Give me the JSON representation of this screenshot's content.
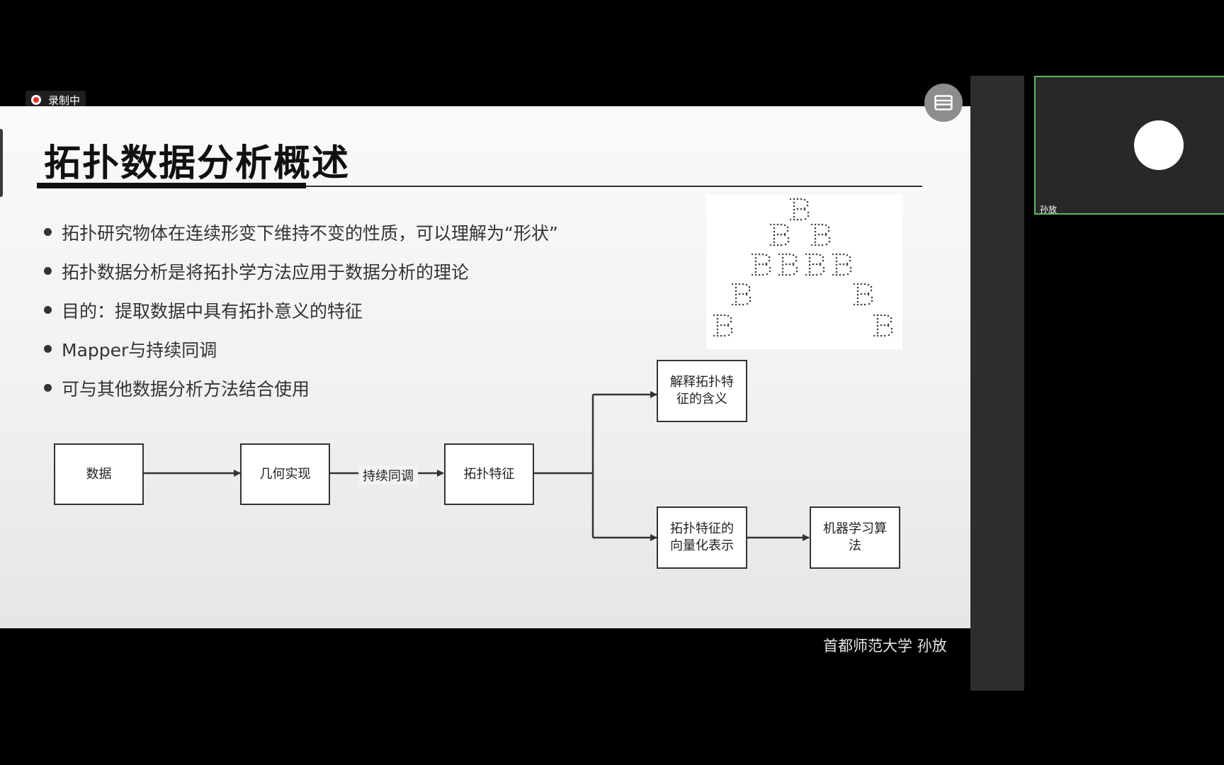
{
  "recording": {
    "label": "录制中",
    "status_color": "#e0302a"
  },
  "slide": {
    "title": "拓扑数据分析概述",
    "bullets": [
      "拓扑研究物体在连续形变下维持不变的性质，可以理解为“形状”",
      "拓扑数据分析是将拓扑学方法应用于数据分析的理论",
      "目的：提取数据中具有拓扑意义的特征",
      "Mapper与持续同调",
      "可与其他数据分析方法结合使用"
    ],
    "flowchart": {
      "nodes": {
        "data": "数据",
        "geometric_realization": "几何实现",
        "topological_features": "拓扑特征",
        "interpret_features": "解释拓扑特征的含义",
        "vectorized_features": "拓扑特征的向量化表示",
        "ml_algorithm": "机器学习算法"
      },
      "edge_label": "持续同调"
    },
    "credit": "首都师范大学 孙放"
  },
  "participant": {
    "name": "孙放",
    "active_border": "#5cb85c"
  },
  "icons": {
    "recording": "record-dot-icon",
    "view_toggle": "layout-toggle-icon",
    "figure": "dotted-b-pyramid-figure"
  }
}
